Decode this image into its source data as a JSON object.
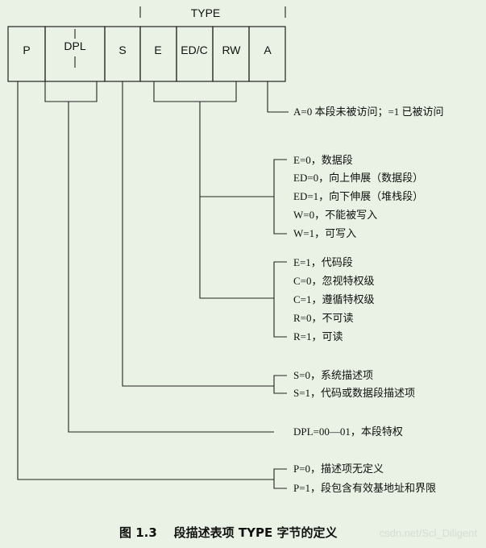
{
  "header": {
    "type_label": "TYPE"
  },
  "fields": [
    {
      "id": "p",
      "label": "P"
    },
    {
      "id": "dpl",
      "label": "DPL"
    },
    {
      "id": "s",
      "label": "S"
    },
    {
      "id": "e",
      "label": "E"
    },
    {
      "id": "edc",
      "label": "ED/C"
    },
    {
      "id": "rw",
      "label": "RW"
    },
    {
      "id": "a",
      "label": "A"
    }
  ],
  "groups": {
    "a": [
      "A=0 本段未被访问；=1 已被访问"
    ],
    "data": [
      "E=0，数据段",
      "ED=0，向上伸展（数据段）",
      "ED=1，向下伸展（堆栈段）",
      "W=0，不能被写入",
      "W=1，可写入"
    ],
    "code": [
      "E=1，代码段",
      "C=0，忽视特权级",
      "C=1，遵循特权级",
      "R=0，不可读",
      "R=1，可读"
    ],
    "s": [
      "S=0，系统描述项",
      "S=1，代码或数据段描述项"
    ],
    "dpl": [
      "DPL=00—01，本段特权"
    ],
    "p": [
      "P=0，描述项无定义",
      "P=1，段包含有效基地址和界限"
    ]
  },
  "caption": "图 1.3    段描述表项 TYPE 字节的定义",
  "watermark": "csdn.net/Scl_Diligent"
}
